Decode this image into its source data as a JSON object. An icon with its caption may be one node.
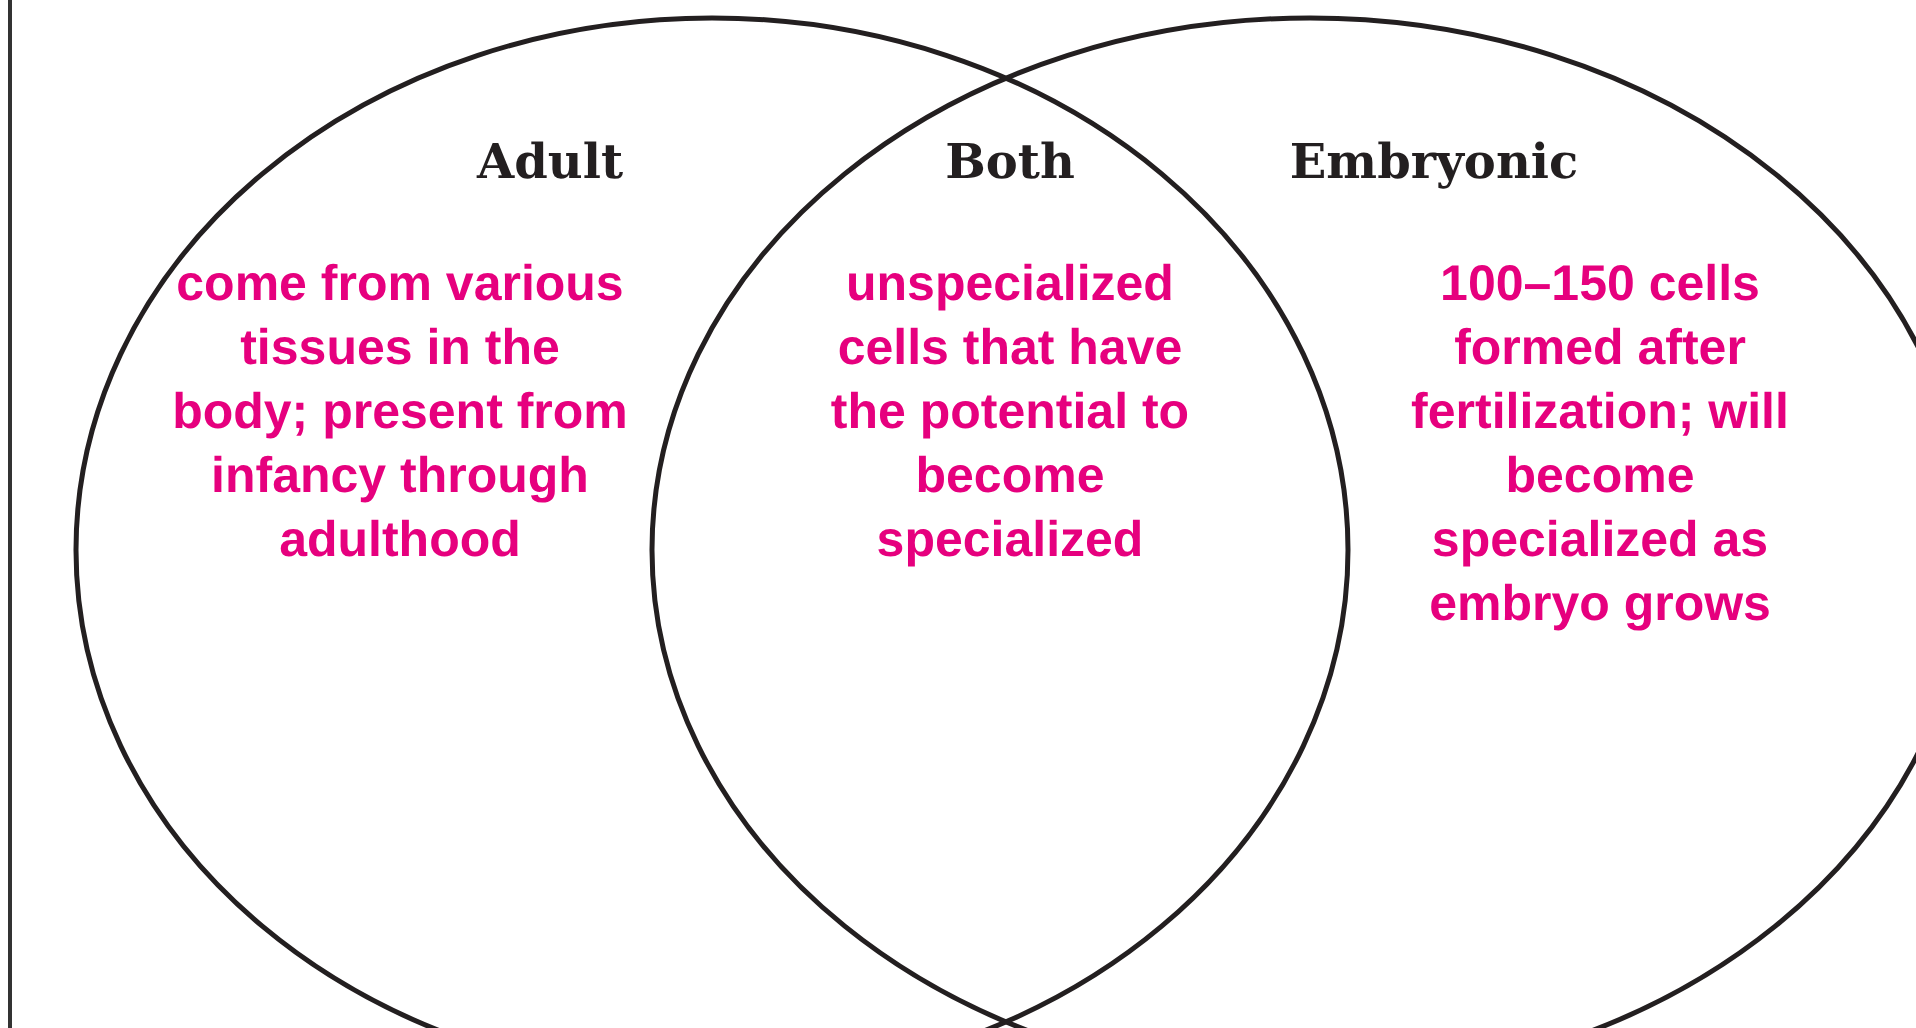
{
  "diagram": {
    "nodes": [
      {
        "text": [
          "Adult",
          "come from various tissues in the body; present from infancy through adulthood"
        ]
      },
      {
        "text": [
          "Embryonic",
          "100–150 cells formed after fertilization; will become specialized as embryo grows"
        ]
      }
    ],
    "labels": [
      "Both",
      "unspecialized cells that have the potential to become specialized"
    ]
  }
}
